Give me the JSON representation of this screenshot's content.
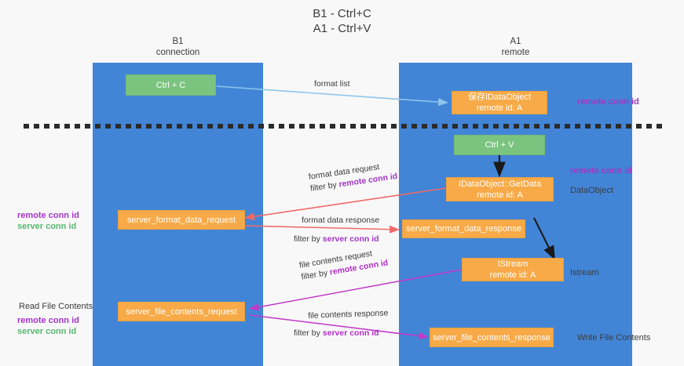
{
  "title": {
    "line1": "B1 - Ctrl+C",
    "line2": "A1 - Ctrl+V"
  },
  "lanes": [
    {
      "id": "b1",
      "name": "B1",
      "role": "connection"
    },
    {
      "id": "a1",
      "name": "A1",
      "role": "remote"
    }
  ],
  "nodes": {
    "ctrl_c": {
      "line1": "Ctrl + C",
      "line2": ""
    },
    "save_idataobject": {
      "line1": "保存IDataObject",
      "line2": "remote id: A"
    },
    "ctrl_v": {
      "line1": "Ctrl + V",
      "line2": ""
    },
    "getdata": {
      "line1": "IDataObject::GetData",
      "line2": "remote id: A"
    },
    "server_format_data_request": {
      "line1": "server_format_data_request",
      "line2": ""
    },
    "server_format_data_response": {
      "line1": "server_format_data_response",
      "line2": ""
    },
    "istream": {
      "line1": "IStream",
      "line2": "remote id: A"
    },
    "server_file_contents_request": {
      "line1": "server_file_contents_request",
      "line2": ""
    },
    "server_file_contents_response": {
      "line1": "server_file_contents_response",
      "line2": ""
    }
  },
  "annotations": {
    "remote_conn_id_top": "remote conn id",
    "remote_conn_id_getdata": "remote conn id",
    "dataobject": "DataObject",
    "istream": "Istream",
    "write_file_contents": "Write File Contents",
    "read_file_contents": "Read File Contents",
    "left_mid_remote": "remote conn id",
    "left_mid_server": "server conn id",
    "left_bot_remote": "remote conn id",
    "left_bot_server": "server conn id"
  },
  "edges": {
    "format_list": {
      "l1": "format list",
      "l2": "",
      "hl2": ""
    },
    "format_data_request": {
      "l1": "format data request",
      "l2": "filter by ",
      "hl2": "remote conn id"
    },
    "format_data_response": {
      "l1": "format data response",
      "l2": "filter by ",
      "hl2": "server conn id"
    },
    "file_contents_request": {
      "l1": "file contents request",
      "l2": "filter by ",
      "hl2": "remote conn id"
    },
    "file_contents_response": {
      "l1": "file contents response",
      "l2": "filter by ",
      "hl2": "server conn id"
    }
  },
  "colors": {
    "lane": "#4285d6",
    "node_green": "#7bc47f",
    "node_orange": "#f7aa47",
    "purple": "#a335c8",
    "green_text": "#56b870",
    "arrow_blue": "#8ec4ec",
    "arrow_red": "#ef6a68",
    "arrow_magenta": "#c239c8",
    "arrow_black": "#1a1a1a"
  }
}
